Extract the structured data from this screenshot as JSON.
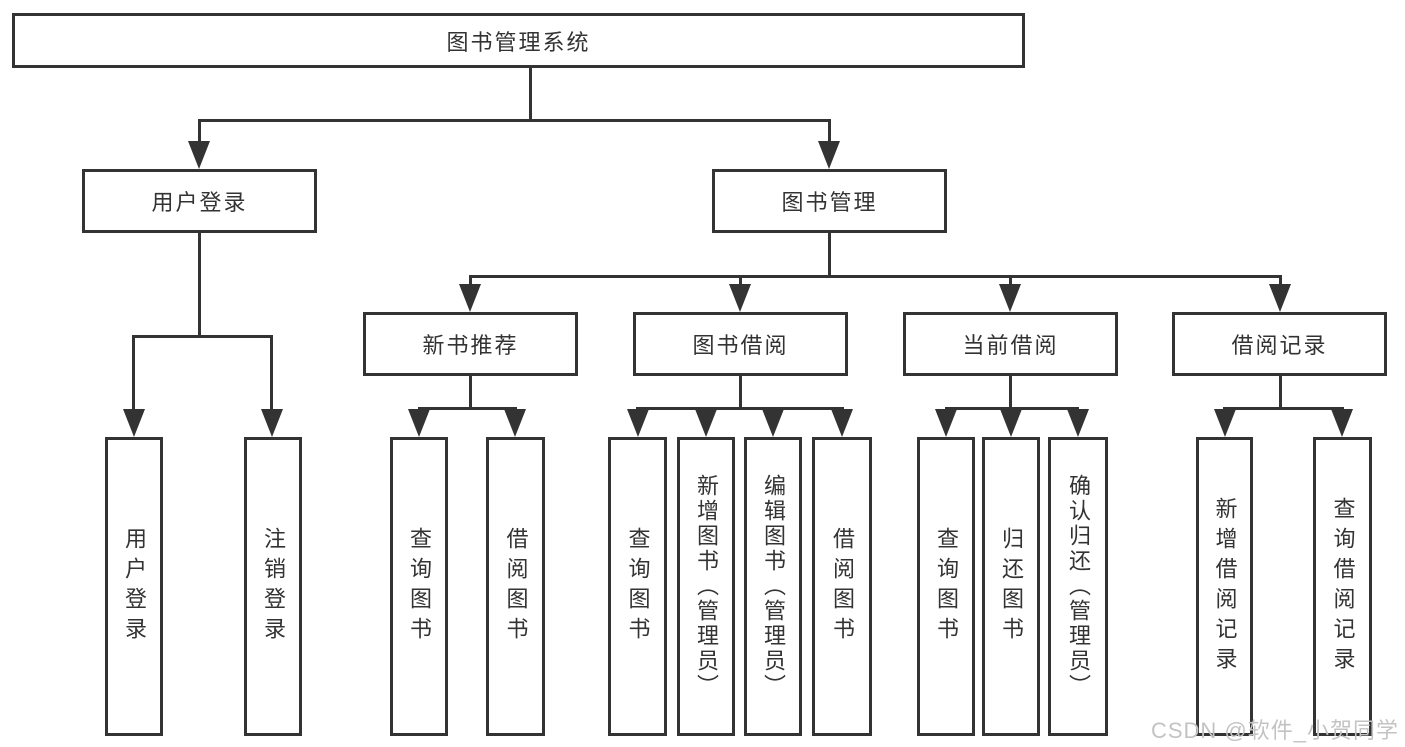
{
  "colors": {
    "line": "#333333",
    "text": "#333333",
    "background": "#ffffff",
    "watermark": "#c3c3c3"
  },
  "watermark": "CSDN @软件_小贺同学",
  "tree": {
    "root": {
      "label": "图书管理系统"
    },
    "branches": [
      {
        "label": "用户登录",
        "children": [
          "用户登录",
          "注销登录"
        ]
      },
      {
        "label": "图书管理",
        "sections": [
          {
            "label": "新书推荐",
            "children": [
              "查询图书",
              "借阅图书"
            ]
          },
          {
            "label": "图书借阅",
            "children": [
              "查询图书",
              "新增图书（管理员）",
              "编辑图书（管理员）",
              "借阅图书"
            ]
          },
          {
            "label": "当前借阅",
            "children": [
              "查询图书",
              "归还图书",
              "确认归还（管理员）"
            ]
          },
          {
            "label": "借阅记录",
            "children": [
              "新增借阅记录",
              "查询借阅记录"
            ]
          }
        ]
      }
    ]
  }
}
